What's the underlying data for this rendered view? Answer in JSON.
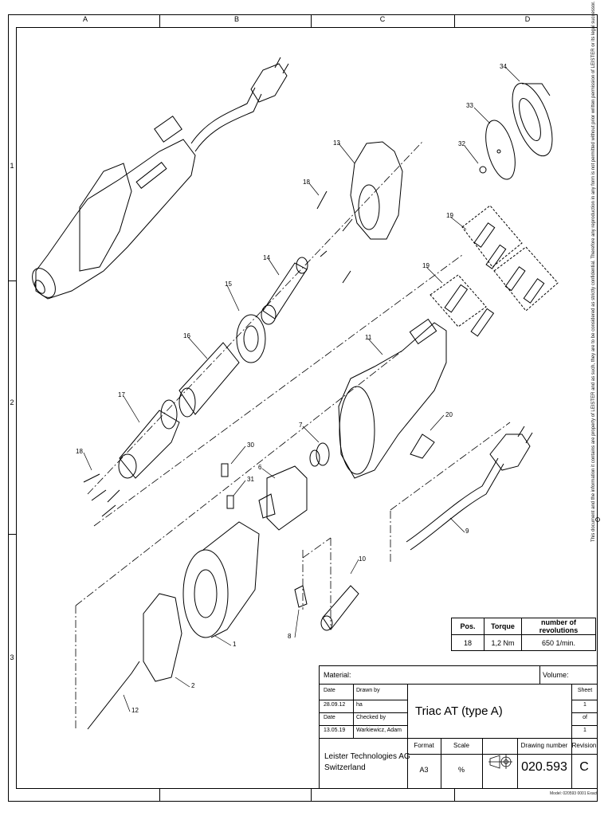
{
  "grid": {
    "columns": [
      "A",
      "B",
      "C",
      "D"
    ],
    "rows": [
      "1",
      "2",
      "3"
    ]
  },
  "callouts": [
    {
      "id": "c34",
      "text": "34"
    },
    {
      "id": "c33",
      "text": "33"
    },
    {
      "id": "c32",
      "text": "32"
    },
    {
      "id": "c13",
      "text": "13"
    },
    {
      "id": "c18a",
      "text": "18"
    },
    {
      "id": "c14",
      "text": "14"
    },
    {
      "id": "c15",
      "text": "15"
    },
    {
      "id": "c16",
      "text": "16"
    },
    {
      "id": "c17",
      "text": "17"
    },
    {
      "id": "c18b",
      "text": "18"
    },
    {
      "id": "c19a",
      "text": "19"
    },
    {
      "id": "c19b",
      "text": "19"
    },
    {
      "id": "c11",
      "text": "11"
    },
    {
      "id": "c20",
      "text": "20"
    },
    {
      "id": "c7",
      "text": "7"
    },
    {
      "id": "c30",
      "text": "30"
    },
    {
      "id": "c31",
      "text": "31"
    },
    {
      "id": "c6",
      "text": "6"
    },
    {
      "id": "c9",
      "text": "9"
    },
    {
      "id": "c10",
      "text": "10"
    },
    {
      "id": "c8",
      "text": "8"
    },
    {
      "id": "c1",
      "text": "1"
    },
    {
      "id": "c2",
      "text": "2"
    },
    {
      "id": "c12",
      "text": "12"
    }
  ],
  "spec_table": {
    "headers": [
      "Pos.",
      "Torque",
      "number of revolutions"
    ],
    "rows": [
      [
        "18",
        "1,2 Nm",
        "650 1/min."
      ]
    ]
  },
  "title_block": {
    "material_label": "Material:",
    "volume_label": "Volume:",
    "date_label_1": "Date",
    "drawn_by_label": "Drawn by",
    "date_1": "28.09.12",
    "drawn_by": "ha",
    "date_label_2": "Date",
    "checked_by_label": "Checked by",
    "date_2": "13.05.19",
    "checked_by": "Warkiewicz, Adam",
    "title": "Triac AT (type A)",
    "sheet_label": "Sheet",
    "sheet_no": "1",
    "of_label": "of",
    "sheet_total": "1",
    "company_line1": "Leister Technologies AG",
    "company_line2": "Switzerland",
    "format_label": "Format",
    "format": "A3",
    "scale_label": "Scale",
    "scale": "%",
    "drawing_number_label": "Drawing number",
    "drawing_number": "020.593",
    "revision_label": "Revision",
    "revision": "C"
  },
  "side_note": "This document and the information it contains are property of LEISTER and as such, they are to be considered as strictly confidential. Therefore any reproduction in any form is not permitted without prior written permission of LEISTER or its legal successor.",
  "footer_model": "Model: 020593 0001 Exact"
}
